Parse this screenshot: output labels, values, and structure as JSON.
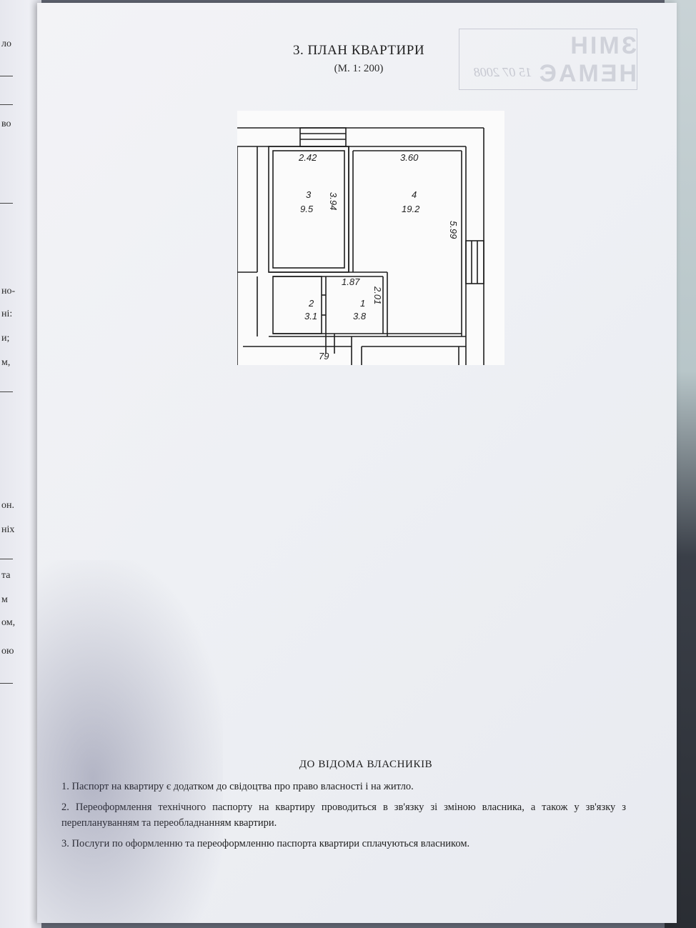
{
  "left_page_fragments": [
    "ло",
    "во",
    "но-",
    "ні:",
    "и;",
    "м,",
    "он.",
    "ніх",
    "та",
    "м",
    "ом,",
    "ою"
  ],
  "header": {
    "title": "3.  ПЛАН  КВАРТИРИ",
    "scale": "(М.  1: 200)"
  },
  "stamp": {
    "text": "ЗМІН НЕМАЄ",
    "date": "15 07 2008"
  },
  "floor_plan": {
    "rooms": [
      {
        "number": "1",
        "area": "3.8"
      },
      {
        "number": "2",
        "area": "3.1"
      },
      {
        "number": "3",
        "area": "9.5"
      },
      {
        "number": "4",
        "area": "19.2"
      }
    ],
    "dimensions": {
      "room3_width": "2.42",
      "room4_width": "3.60",
      "room3_length": "3.94",
      "room4_length": "5.99",
      "corridor_width": "1.87",
      "corridor_length": "2.01",
      "bottom": "79"
    }
  },
  "notice": {
    "heading": "ДО  ВІДОМА  ВЛАСНИКІВ",
    "items": [
      "1. Паспорт на квартиру є додатком до свідоцтва про право власності і на житло.",
      "2. Переоформлення технічного паспорту на квартиру проводиться в зв'язку зі зміною власника, а також у зв'язку з переплануванням та переобладнанням квартири.",
      "3. Послуги по оформленню та переоформленню паспорта квартири сплачуються власником."
    ]
  }
}
